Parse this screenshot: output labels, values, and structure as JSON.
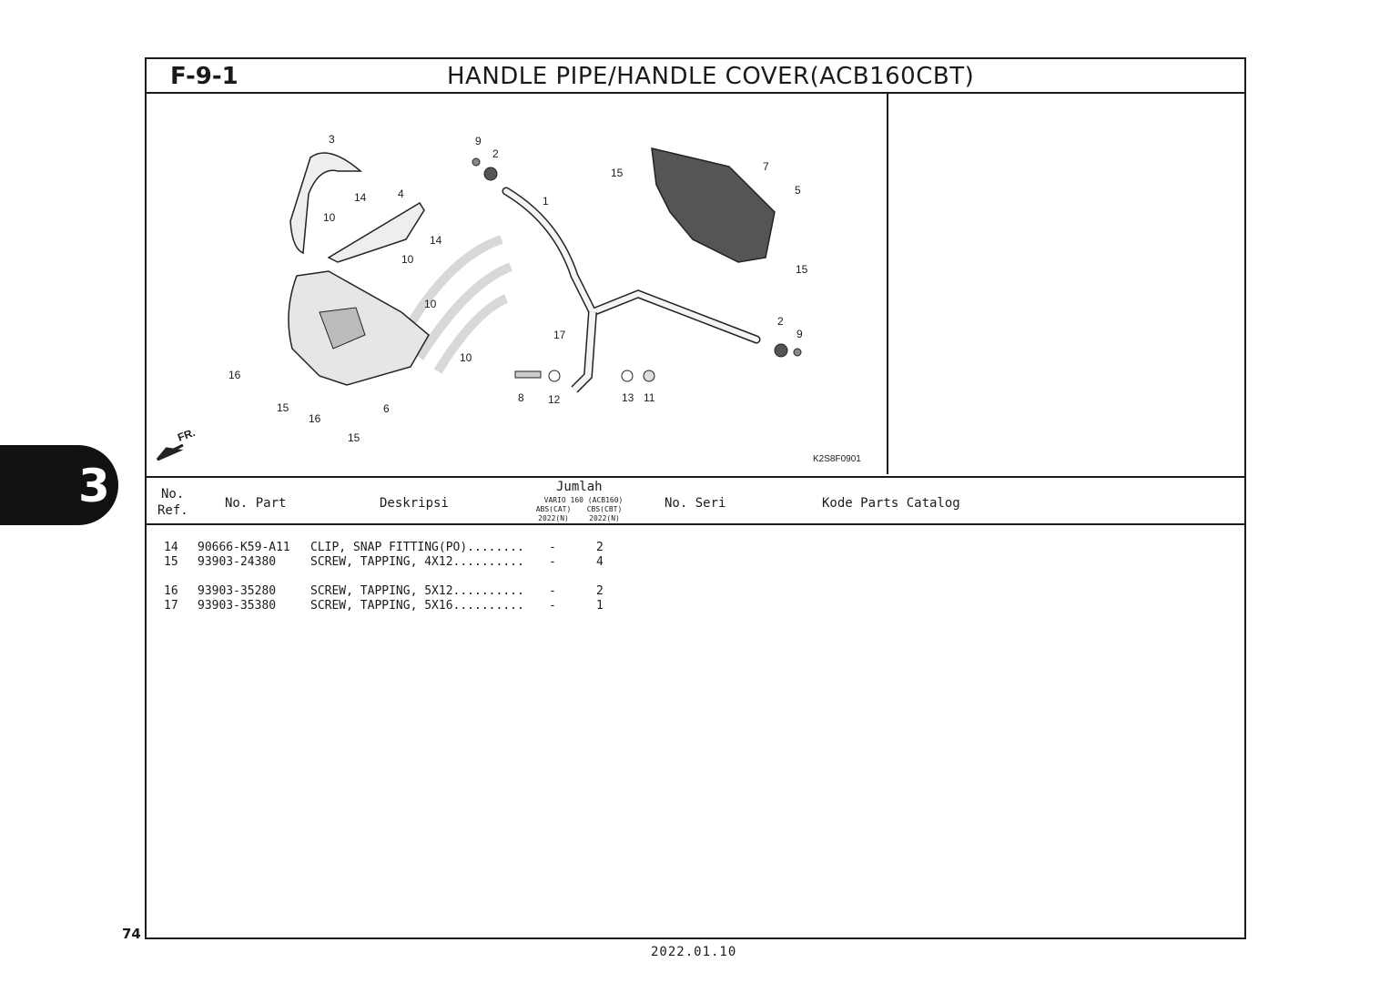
{
  "header": {
    "code": "F-9-1",
    "title": "HANDLE PIPE/HANDLE COVER(ACB160CBT)"
  },
  "diagram": {
    "figure_code": "K2S8F0901",
    "front_marker": "FR.",
    "callouts": [
      "1",
      "2",
      "2",
      "3",
      "4",
      "5",
      "6",
      "7",
      "8",
      "9",
      "9",
      "10",
      "10",
      "10",
      "10",
      "11",
      "12",
      "13",
      "14",
      "14",
      "15",
      "15",
      "15",
      "15",
      "16",
      "16",
      "17"
    ]
  },
  "table": {
    "headers": {
      "ref_line1": "No.",
      "ref_line2": "Ref.",
      "part_no": "No. Part",
      "description": "Deskripsi",
      "quantity": "Jumlah",
      "model_line": "VARIO 160 (ACB160)",
      "col_a_line1": "ABS(CAT)",
      "col_a_line2": "2022(N)",
      "col_b_line1": "CBS(CBT)",
      "col_b_line2": "2022(N)",
      "serial": "No. Seri",
      "catalog": "Kode Parts Catalog"
    },
    "rows": [
      {
        "ref": "14",
        "part": "90666-K59-A11",
        "desc": "CLIP, SNAP FITTING(PO)........",
        "qty_a": "-",
        "qty_b": "2"
      },
      {
        "ref": "15",
        "part": "93903-24380",
        "desc": "SCREW, TAPPING, 4X12..........",
        "qty_a": "-",
        "qty_b": "4"
      },
      {
        "ref": "16",
        "part": "93903-35280",
        "desc": "SCREW, TAPPING, 5X12..........",
        "qty_a": "-",
        "qty_b": "2"
      },
      {
        "ref": "17",
        "part": "93903-35380",
        "desc": "SCREW, TAPPING, 5X16..........",
        "qty_a": "-",
        "qty_b": "1"
      }
    ]
  },
  "section_tab": "3",
  "page_number": "74",
  "date": "2022.01.10"
}
